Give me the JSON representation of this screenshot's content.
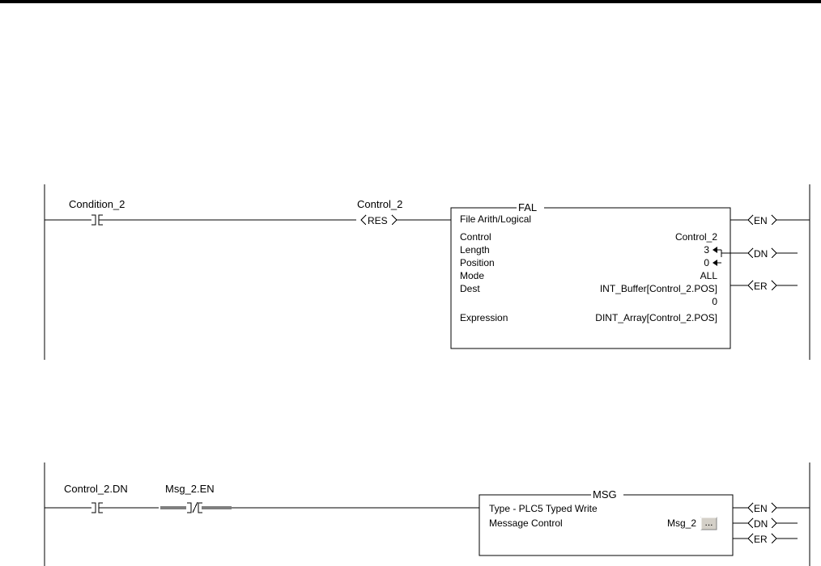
{
  "rung1": {
    "contact_tag": "Condition_2",
    "res_tag": "Control_2",
    "res_coil": "RES",
    "fal": {
      "title": "FAL",
      "subtitle": "File Arith/Logical",
      "rows": [
        {
          "label": "Control",
          "value": "Control_2"
        },
        {
          "label": "Length",
          "value": "3"
        },
        {
          "label": "Position",
          "value": "0"
        },
        {
          "label": "Mode",
          "value": "ALL"
        },
        {
          "label": "Dest",
          "value": "INT_Buffer[Control_2.POS]"
        },
        {
          "label": "",
          "value": "0"
        },
        {
          "label": "Expression",
          "value": "DINT_Array[Control_2.POS]"
        }
      ],
      "outputs": [
        "EN",
        "DN",
        "ER"
      ]
    }
  },
  "rung2": {
    "contact1_tag": "Control_2.DN",
    "contact2_tag": "Msg_2.EN",
    "msg": {
      "title": "MSG",
      "type_line": "Type - PLC5 Typed Write",
      "control_label": "Message Control",
      "control_value": "Msg_2",
      "button_label": "...",
      "outputs": [
        "EN",
        "DN",
        "ER"
      ]
    }
  }
}
